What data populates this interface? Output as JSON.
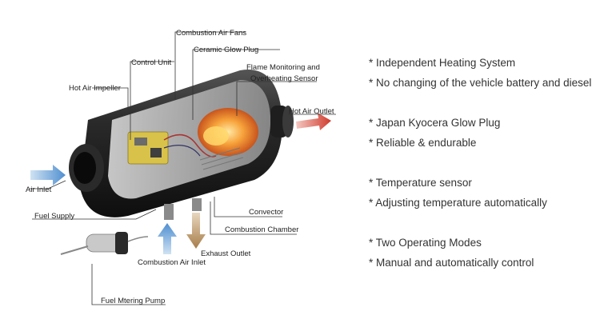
{
  "labels": {
    "combustion_air_fans": "Combustion Air Fans",
    "ceramic_glow_plug": "Ceramic Glow Plug",
    "control_unit": "Control Unit",
    "flame_monitoring_1": "Flame Monitoring and",
    "flame_monitoring_2": "Overheating Sensor",
    "hot_air_impeller": "Hot Air Impeller",
    "hot_air_outlet": "Hot Air Outlet",
    "air_inlet": "Air Inlet",
    "fuel_supply": "Fuel Supply",
    "convector": "Convector",
    "combustion_chamber": "Combustion Chamber",
    "exhaust_outlet": "Exhaust Outlet",
    "combustion_air_inlet": "Combustion Air Inlet",
    "fuel_metering_pump": "Fuel Mtering Pump"
  },
  "features": [
    "* Independent Heating System",
    "* No changing of the vehicle battery and diesel",
    "* Japan Kyocera Glow Plug",
    "* Reliable & endurable",
    "* Temperature sensor",
    "* Adjusting temperature automatically",
    "* Two Operating Modes",
    "* Manual and automatically control"
  ],
  "colors": {
    "arrow_blue": "#5b9bd5",
    "arrow_red": "#d9483b",
    "arrow_brown": "#b08a5a",
    "flame": "#f39a2e",
    "body_dark": "#1f1f1f"
  }
}
